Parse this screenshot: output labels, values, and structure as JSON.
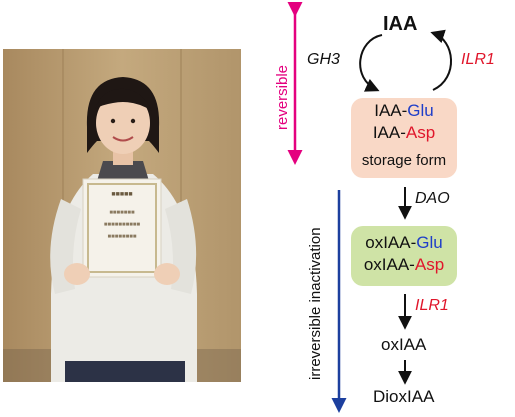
{
  "photo": {
    "certificate_title": "■■■■■",
    "certificate_lines": [
      "■■■■■■■",
      "■■■■■■■■■■",
      "■■■■■■■■"
    ]
  },
  "diagram": {
    "iaa": "IAA",
    "gh3": "GH3",
    "ilr1_top": "ILR1",
    "reversible": "reversible",
    "storage": {
      "line1": {
        "prefix": "IAA-",
        "aa": "Glu"
      },
      "line2": {
        "prefix": "IAA-",
        "aa": "Asp"
      },
      "caption": "storage form"
    },
    "dao": "DAO",
    "irreversible": "irreversible inactivation",
    "oxidized": {
      "line1": {
        "prefix": "oxIAA-",
        "aa": "Glu"
      },
      "line2": {
        "prefix": "oxIAA-",
        "aa": "Asp"
      }
    },
    "ilr1_bottom": "ILR1",
    "oxiaa": "oxIAA",
    "dioxiaa": "DioxIAA"
  },
  "colors": {
    "glu": "#1f3ec9",
    "asp": "#e0162b",
    "gene_red": "#e0162b",
    "reversible_arrow": "#e4007f",
    "irreversible_arrow": "#1c3f9e",
    "storage_box": "#f9d8c6",
    "oxidized_box": "#cfe3a6"
  }
}
